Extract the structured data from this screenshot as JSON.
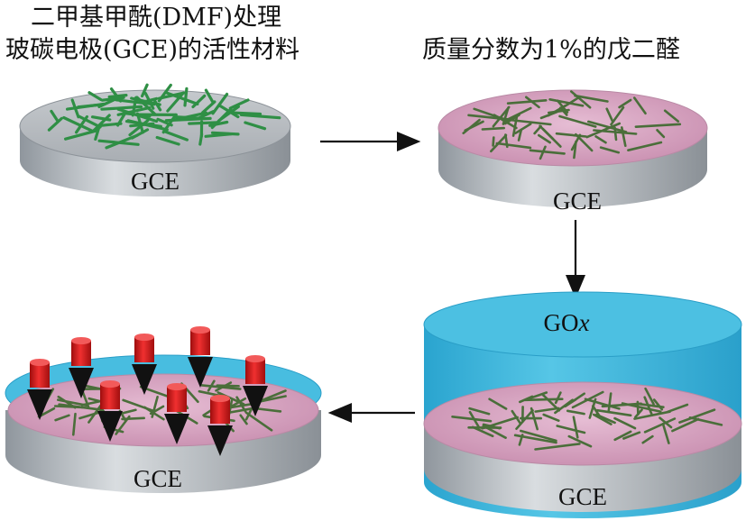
{
  "caption_top_left_line1": "二甲基甲酰(DMF)处理",
  "caption_top_left_line2": "玻碳电极(GCE)的活性材料",
  "caption_top_right": "质量分数为1%的戊二醛",
  "electrode_label": "GCE",
  "gox_label_main": "GO",
  "gox_label_italic": "x",
  "colors": {
    "disk_top_gray": "#b7bcc2",
    "disk_side_gray": "#9aa0a6",
    "film_pink": "#d9a8c4",
    "fiber_green": "#2f8f45",
    "fiber_dark_green": "#4a6e3a",
    "solution_blue": "#3fb6d9",
    "arrow_black": "#111111",
    "probe_red": "#d61a1a"
  },
  "icons": [
    "right-arrow-icon",
    "down-arrow-icon",
    "left-arrow-icon",
    "red-probe-icon",
    "black-arrowhead-icon"
  ]
}
